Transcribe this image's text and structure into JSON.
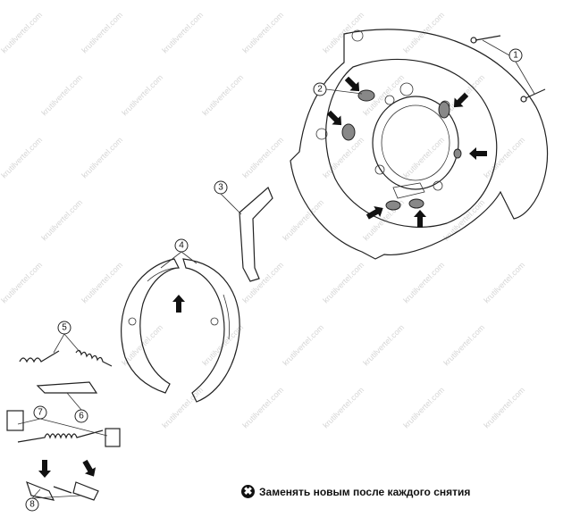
{
  "watermark": "krutilvertel.com",
  "callouts": [
    "1",
    "2",
    "3",
    "4",
    "5",
    "6",
    "7",
    "8"
  ],
  "legend": {
    "icon": "replace-x-icon",
    "glyph": "✖",
    "text": "Заменять новым после каждого снятия"
  },
  "colors": {
    "line": "#222222",
    "grease": "#888888",
    "background": "#ffffff"
  }
}
